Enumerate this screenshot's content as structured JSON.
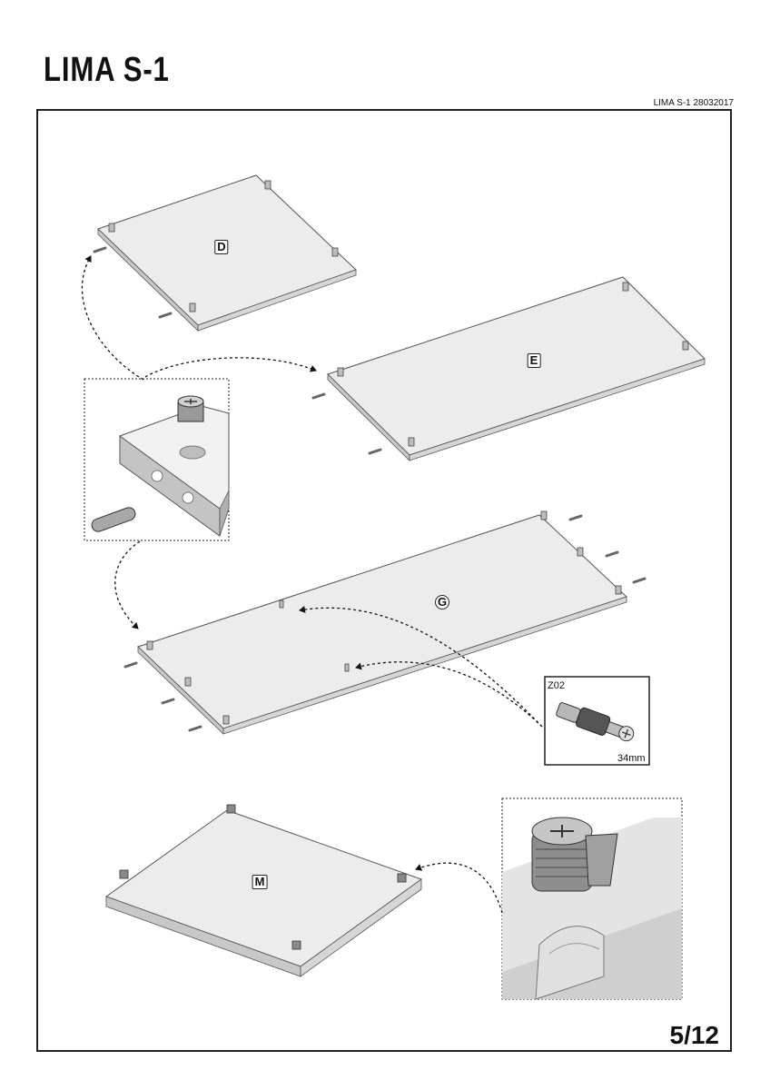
{
  "header": {
    "title": "LIMA S-1",
    "doc_code": "LIMA S-1 28032017"
  },
  "parts": {
    "D": "D",
    "E": "E",
    "G": "G",
    "M": "M"
  },
  "hardware": {
    "code": "Z02",
    "size": "34mm"
  },
  "footer": {
    "page": "5/12"
  }
}
